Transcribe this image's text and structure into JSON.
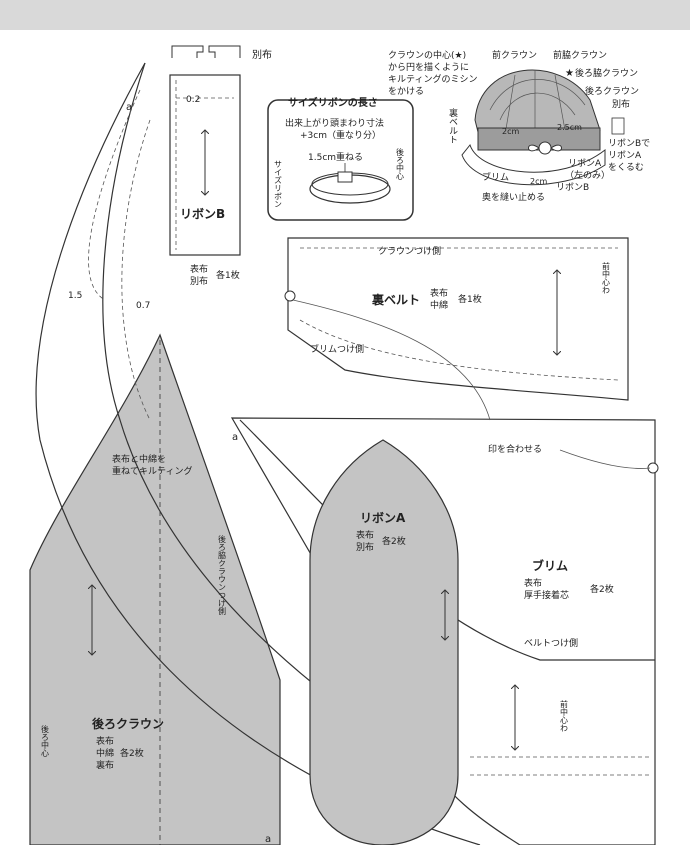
{
  "top_left": {
    "separate_fabric": "別布",
    "a_mark": "a",
    "seam_02": "0.2",
    "seam_15": "1.5",
    "seam_07": "0.7"
  },
  "ribbon_b": {
    "title": "リボンB",
    "materials": [
      "表布",
      "別布"
    ],
    "count": "各1枚"
  },
  "size_ribbon": {
    "heading": "サイズリボンの長さ",
    "line1": "出来上がり頭まわり寸法",
    "line2": "+3cm（重なり分）",
    "overlap": "1.5cm重ねる",
    "side_label": "サイズリボン",
    "back_center": "後ろ中心"
  },
  "hat_diagram": {
    "crown_center_note": [
      "クラウンの中心(★)",
      "から円を描くように",
      "キルティングのミシン",
      "をかける"
    ],
    "front_crown": "前クラウン",
    "front_side_crown": "前脇クラウン",
    "back_side_crown": "後ろ脇クラウン",
    "back_crown": "後ろクラウン",
    "separate_fabric": "別布",
    "inner_belt": "裏ベルト",
    "dim_2cm_a": "2cm",
    "dim_25cm": "2.5cm",
    "dim_2cm_b": "2cm",
    "ribbon_b_wrap": [
      "リボンBで",
      "リボンA",
      "をくるむ"
    ],
    "ribbon_a_left": [
      "リボンA",
      "（左のみ）"
    ],
    "brim": "ブリム",
    "ribbon_b": "リボンB",
    "sew_back": "奥を縫い止める"
  },
  "inner_belt": {
    "crown_side": "クラウンつけ側",
    "title": "裏ベルト",
    "materials": [
      "表布",
      "中綿"
    ],
    "count": "各1枚",
    "brim_side": "ブリムつけ側",
    "front_center": "前中心わ",
    "match_marks": "印を合わせる"
  },
  "back_crown": {
    "quilt_note": [
      "表布と中綿を",
      "重ねてキルティング"
    ],
    "side_label": "後ろ脇クラウンつけ側",
    "back_center": "後ろ中心",
    "title": "後ろクラウン",
    "materials": [
      "表布",
      "中綿",
      "裏布"
    ],
    "count": "各2枚",
    "a_mark": "a"
  },
  "ribbon_a": {
    "title": "リボンA",
    "materials": [
      "表布",
      "別布"
    ],
    "count": "各2枚"
  },
  "brim": {
    "a_mark": "a",
    "title": "ブリム",
    "materials": [
      "表布",
      "厚手接着芯"
    ],
    "count": "各2枚",
    "belt_side": "ベルトつけ側",
    "front_center": "前中心わ"
  },
  "colors": {
    "shade": "#c4c4c4",
    "line": "#333333",
    "bg": "#ffffff"
  }
}
